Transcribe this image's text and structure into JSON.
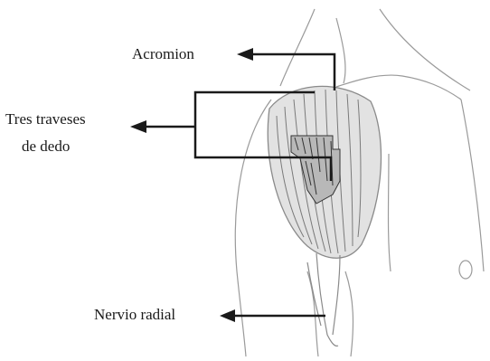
{
  "labels": {
    "acromion": "Acromion",
    "tres_traveses_line1": "Tres traveses",
    "tres_traveses_line2": "de dedo",
    "nervio_radial": "Nervio radial"
  },
  "colors": {
    "ink": "#1a1a1a",
    "sketch": "#8a8a8a",
    "muscle": "#cfcfcf",
    "background": "#ffffff"
  }
}
